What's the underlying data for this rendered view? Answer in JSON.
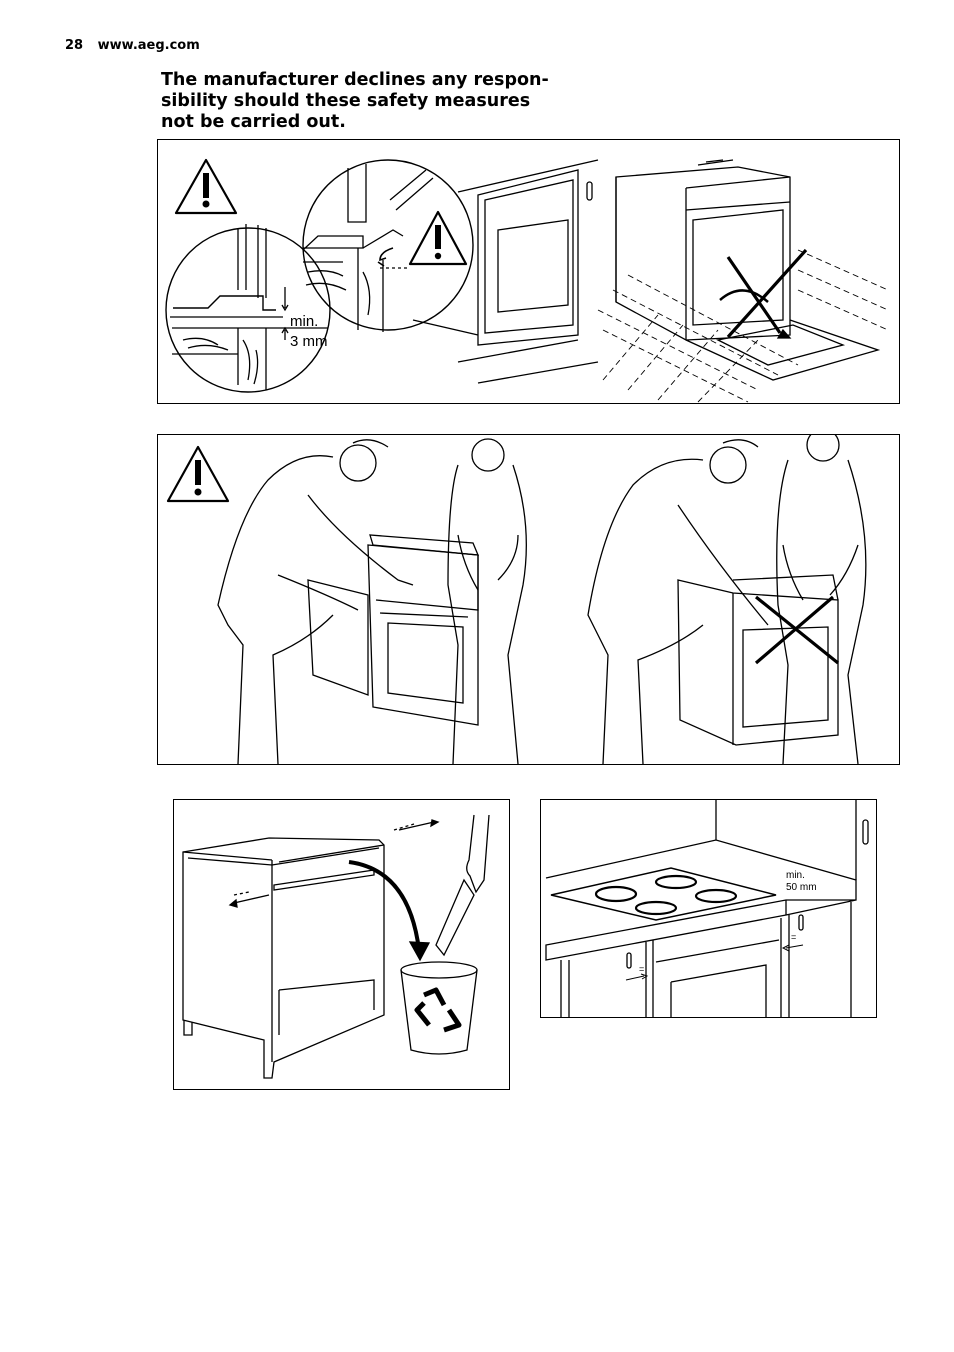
{
  "header": {
    "page_number": "28",
    "url": "www.aeg.com"
  },
  "warning_text": {
    "line1": "The manufacturer declines any respon-",
    "line2": "sibility should these safety measures",
    "line3": "not be carried out."
  },
  "figure1": {
    "label_line1": "min.",
    "label_line2": "3 mm"
  },
  "figure4": {
    "label_line1": "min.",
    "label_line2": "50 mm"
  }
}
